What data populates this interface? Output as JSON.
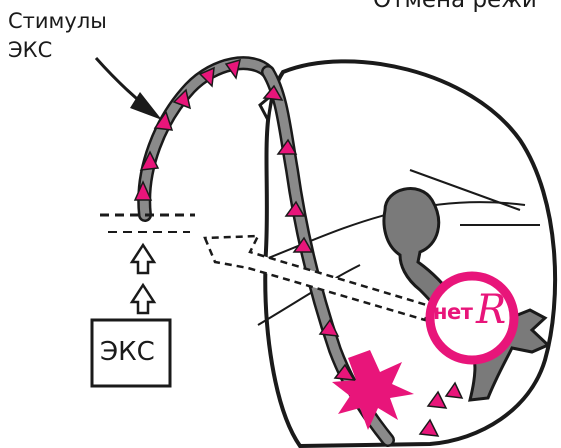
{
  "labels": {
    "stimuli_line1": "Стимулы",
    "stimuli_line2": "ЭКС",
    "top_right_cut": "Отмена режи",
    "device_box": "ЭКС",
    "no_r_word": "нет",
    "no_r_letter": "R"
  },
  "colors": {
    "stroke": "#1a1a1a",
    "tissue_fill": "#7a7a7a",
    "accent": "#e8157a"
  },
  "icons": [
    "pacemaker-box",
    "up-arrow-icon",
    "pink-spark-icon",
    "stimulus-arrow-icon",
    "no-r-circle-icon"
  ]
}
